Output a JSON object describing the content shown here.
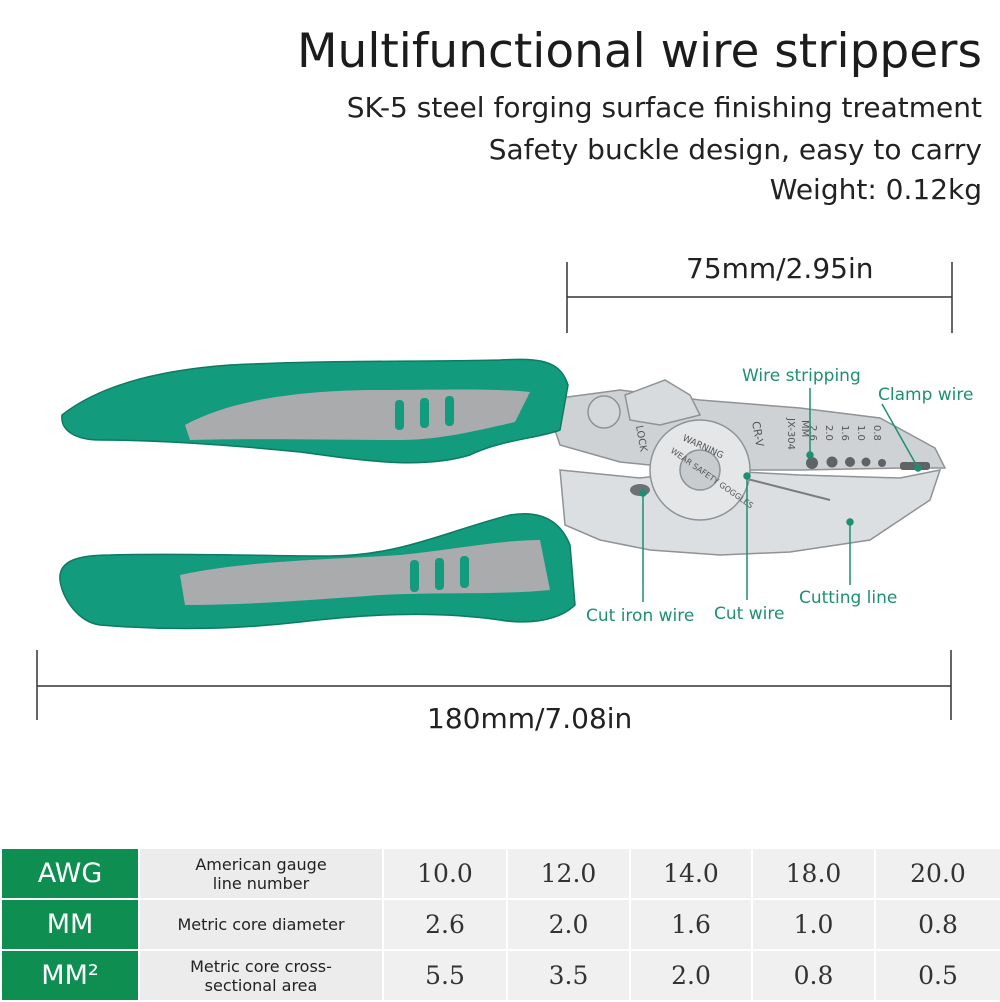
{
  "header": {
    "title": "Multifunctional wire strippers",
    "lines": [
      "SK-5 steel forging surface finishing treatment",
      "Safety buckle design, easy to carry",
      "Weight: 0.12kg"
    ]
  },
  "dimensions": {
    "jaw": "75mm/2.95in",
    "overall": "180mm/7.08in"
  },
  "callouts": {
    "wire_stripping": "Wire stripping",
    "clamp_wire": "Clamp wire",
    "cut_iron_wire": "Cut iron wire",
    "cut_wire": "Cut wire",
    "cutting_line": "Cutting line"
  },
  "tool_markings": {
    "lock": "LOCK",
    "warning": "WARNING",
    "wear_safety": "WEAR SAFETY GOGGLES",
    "crv": "CR-V",
    "mm": "MM",
    "model": "JX-304",
    "gauges": [
      "0.8",
      "1.0",
      "1.6",
      "2.0",
      "2.6"
    ]
  },
  "table": {
    "rows": [
      {
        "key": "AWG",
        "desc": [
          "American gauge",
          "line number"
        ],
        "values": [
          "10.0",
          "12.0",
          "14.0",
          "18.0",
          "20.0"
        ]
      },
      {
        "key": "MM",
        "desc": [
          "Metric core diameter"
        ],
        "values": [
          "2.6",
          "2.0",
          "1.6",
          "1.0",
          "0.8"
        ]
      },
      {
        "key": "MM²",
        "desc": [
          "Metric core cross-",
          "sectional area"
        ],
        "values": [
          "5.5",
          "3.5",
          "2.0",
          "0.8",
          "0.5"
        ]
      }
    ]
  },
  "colors": {
    "handle_green": "#139b7e",
    "handle_grey": "#a9abad",
    "table_header": "#0f8e52",
    "callout": "#1f8f73"
  }
}
